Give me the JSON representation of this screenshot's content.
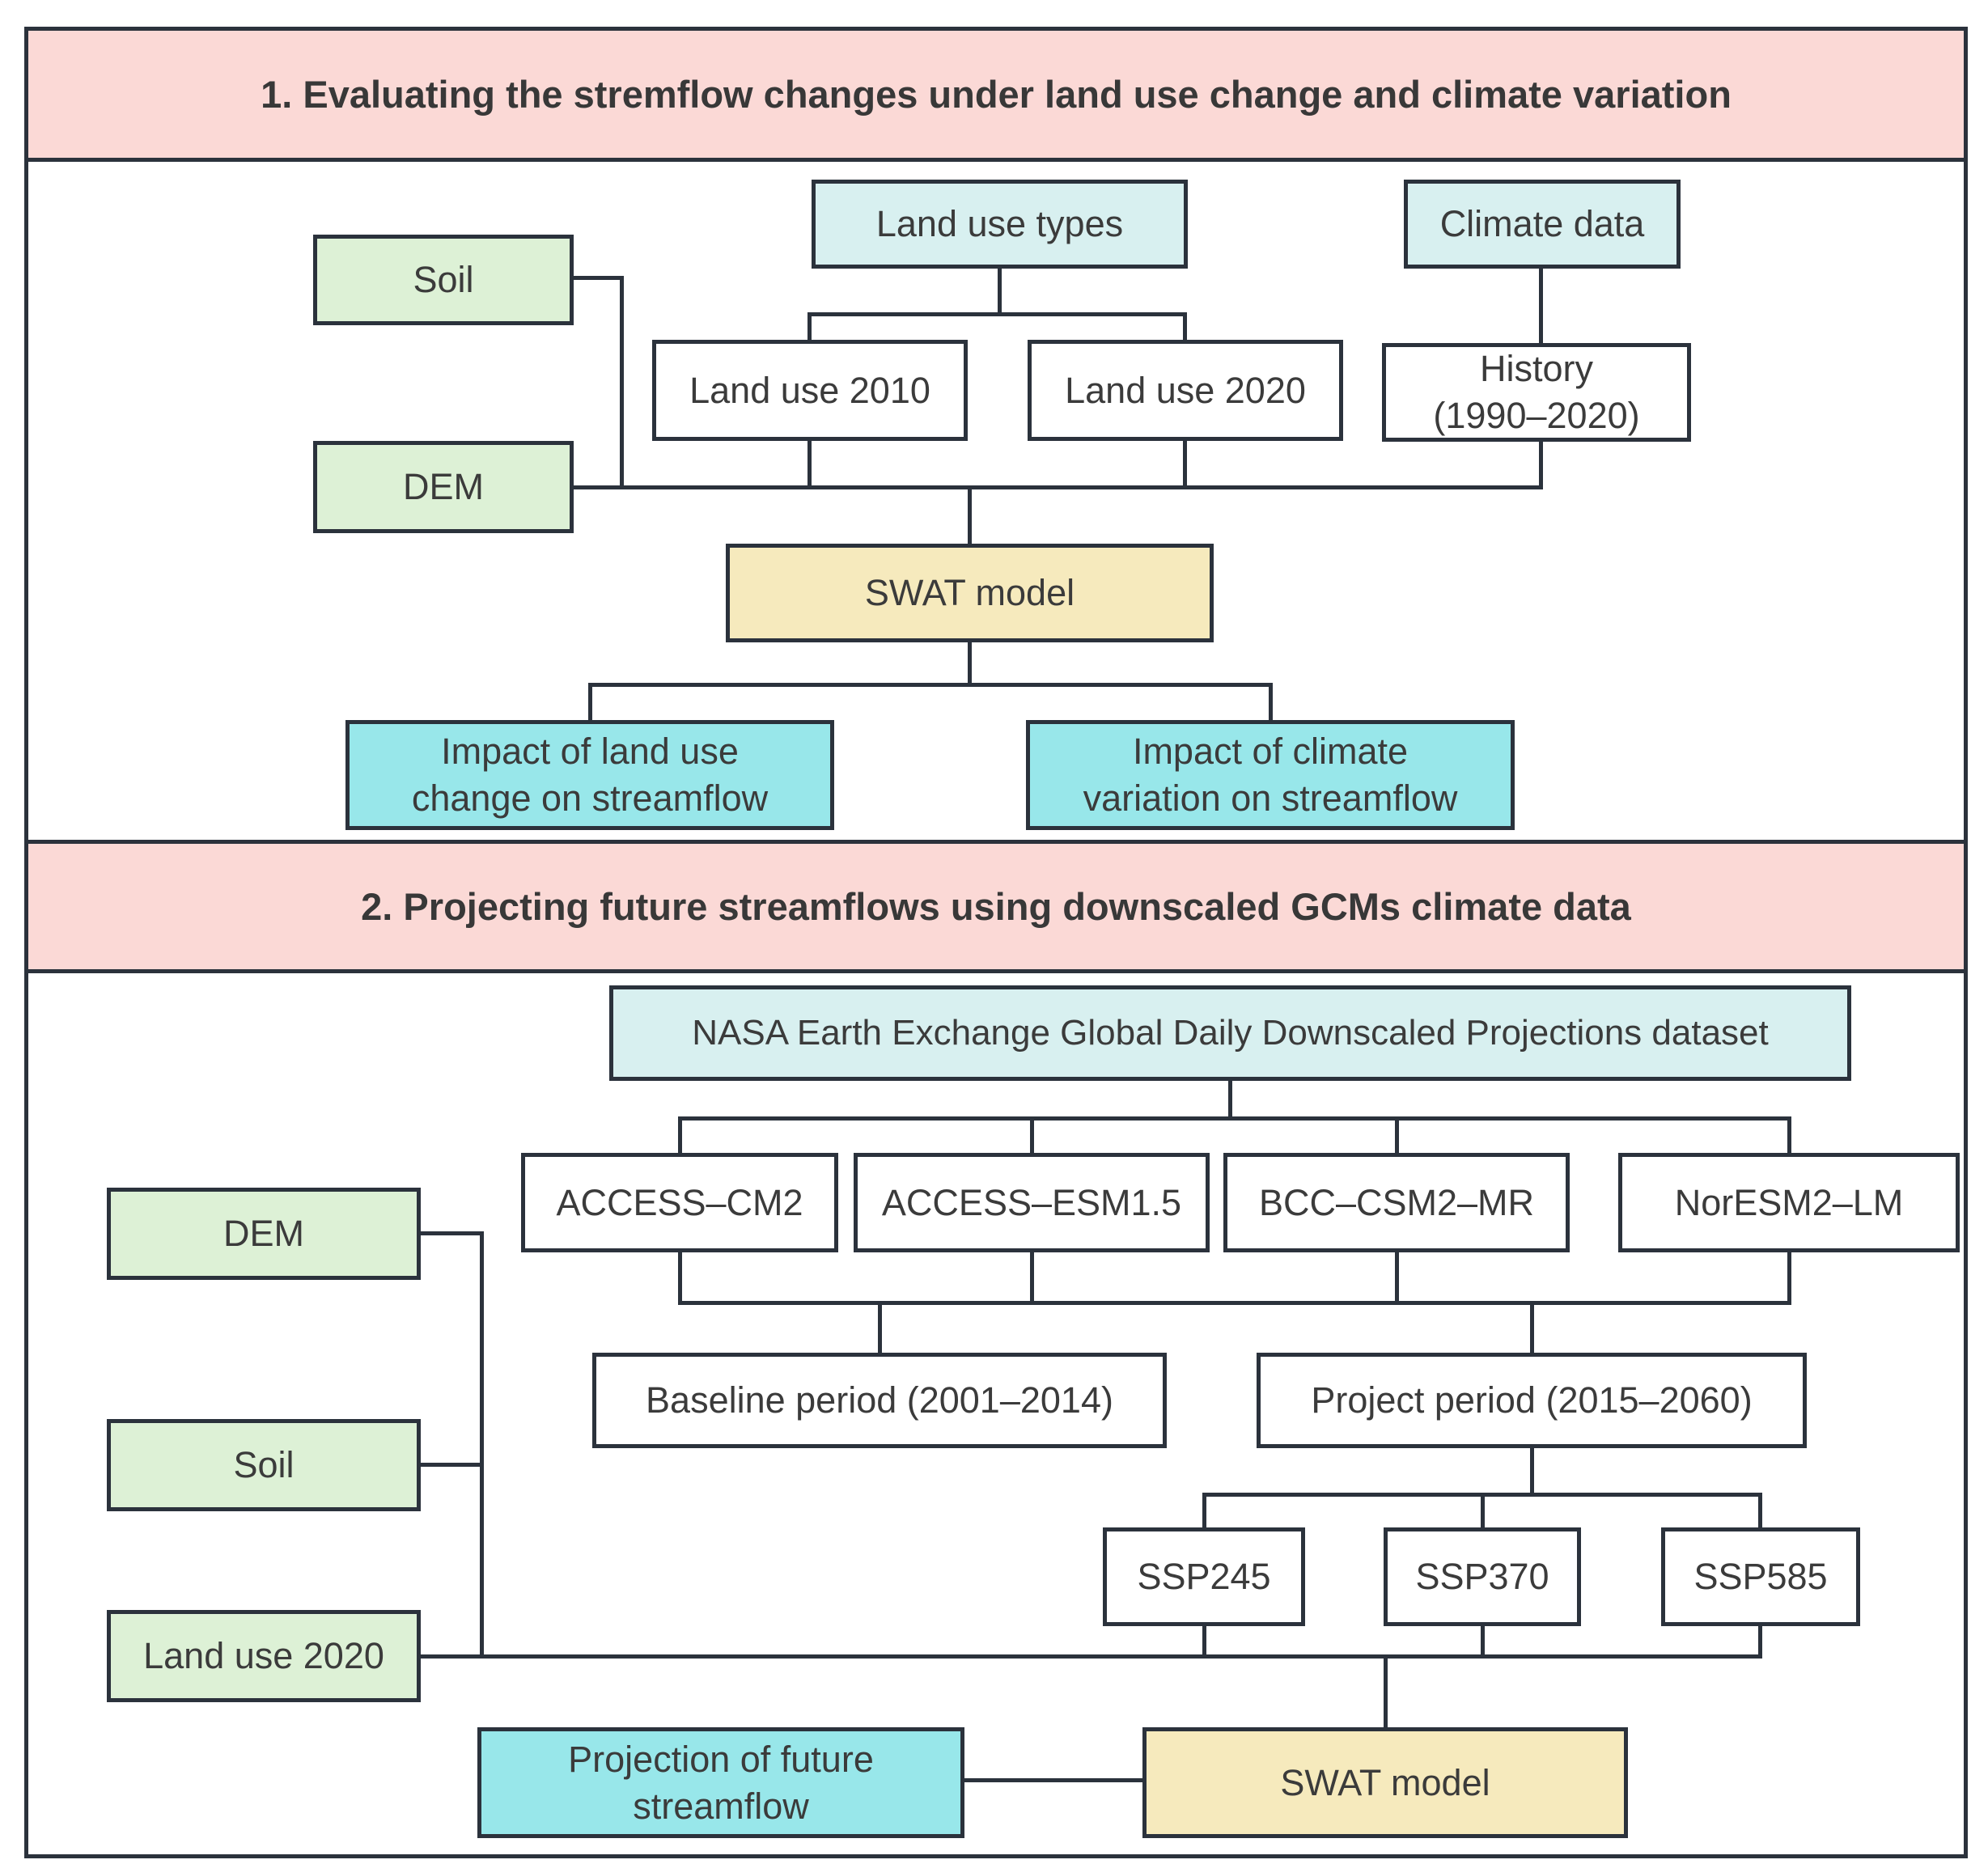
{
  "colors": {
    "pink": "#fbd9d6",
    "green": "#ddf1d6",
    "cyan": "#d8f0f0",
    "turq": "#98e7ea",
    "yellow": "#f6eabd",
    "line": "#2b323c",
    "text": "#3b3b3b",
    "white": "#ffffff"
  },
  "section1": {
    "title": "1. Evaluating the stremflow changes under land use change and climate variation",
    "land_use_types": "Land use types",
    "climate_data": "Climate data",
    "soil": "Soil",
    "dem": "DEM",
    "land_use_2010": "Land use 2010",
    "land_use_2020": "Land use 2020",
    "history_line1": "History",
    "history_line2": "(1990–2020)",
    "swat_model": "SWAT model",
    "impact_land_use_line1": "Impact of land use",
    "impact_land_use_line2": "change on streamflow",
    "impact_climate_line1": "Impact of climate",
    "impact_climate_line2": "variation on streamflow"
  },
  "section2": {
    "title": "2. Projecting future streamflows using downscaled GCMs climate data",
    "nasa_dataset": "NASA Earth Exchange Global Daily Downscaled Projections dataset",
    "gcm_models": [
      "ACCESS–CM2",
      "ACCESS–ESM1.5",
      "BCC–CSM2–MR",
      "NorESM2–LM"
    ],
    "dem": "DEM",
    "soil": "Soil",
    "land_use_2020": "Land use 2020",
    "baseline_period": "Baseline period (2001–2014)",
    "project_period": "Project period (2015–2060)",
    "ssp_scenarios": [
      "SSP245",
      "SSP370",
      "SSP585"
    ],
    "projection_line1": "Projection of future",
    "projection_line2": "streamflow",
    "swat_model": "SWAT model"
  }
}
